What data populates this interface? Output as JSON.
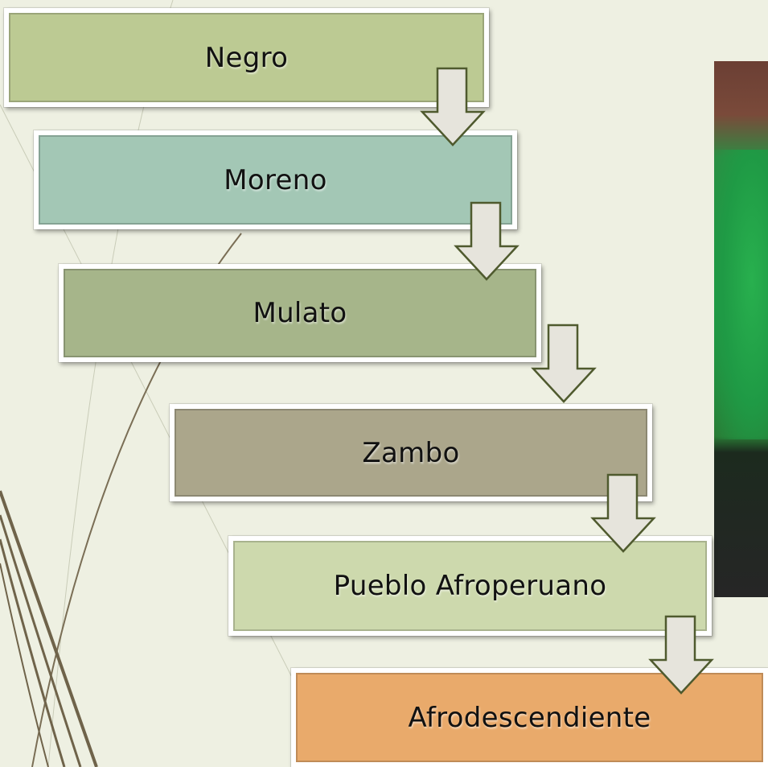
{
  "diagram": {
    "steps": [
      {
        "label": "Negro",
        "color": "#bcca93"
      },
      {
        "label": "Moreno",
        "color": "#a3c7b5"
      },
      {
        "label": "Mulato",
        "color": "#a6b58a"
      },
      {
        "label": "Zambo",
        "color": "#aba68b"
      },
      {
        "label": "Pueblo Afroperuano",
        "color": "#cdd9ad"
      },
      {
        "label": "Afrodescendiente",
        "color": "#e9aa6b"
      }
    ],
    "arrow_color": "#e6e4dc",
    "arrow_stroke": "#4f5a2e"
  }
}
